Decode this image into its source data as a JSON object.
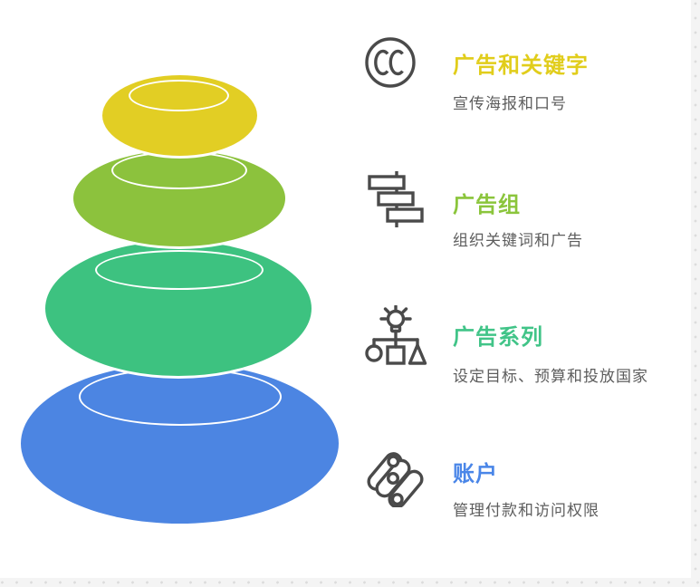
{
  "diagram": {
    "kind": "stacked-stones-hierarchy",
    "levels": [
      {
        "label": "广告和关键字",
        "color": "#e2ce24"
      },
      {
        "label": "广告组",
        "color": "#8cc23d"
      },
      {
        "label": "广告系列",
        "color": "#3dc280"
      },
      {
        "label": "账户",
        "color": "#4c85e2"
      }
    ]
  },
  "sections": [
    {
      "icon": "cc-icon",
      "title": "广告和关键字",
      "title_color": "#e1cd1b",
      "description": "宣传海报和口号"
    },
    {
      "icon": "gantt-icon",
      "title": "广告组",
      "title_color": "#8bc53c",
      "description": "组织关键词和广告"
    },
    {
      "icon": "idea-structure-icon",
      "title": "广告系列",
      "title_color": "#41c488",
      "description": "设定目标、预算和投放国家"
    },
    {
      "icon": "diagonal-links-icon",
      "title": "账户",
      "title_color": "#4a86e8",
      "description": "管理付款和访问权限"
    }
  ],
  "colors": {
    "icon_stroke": "#4a4a4a",
    "description_text": "#5d5d5d",
    "edge_strip": "#f4f4f4"
  }
}
